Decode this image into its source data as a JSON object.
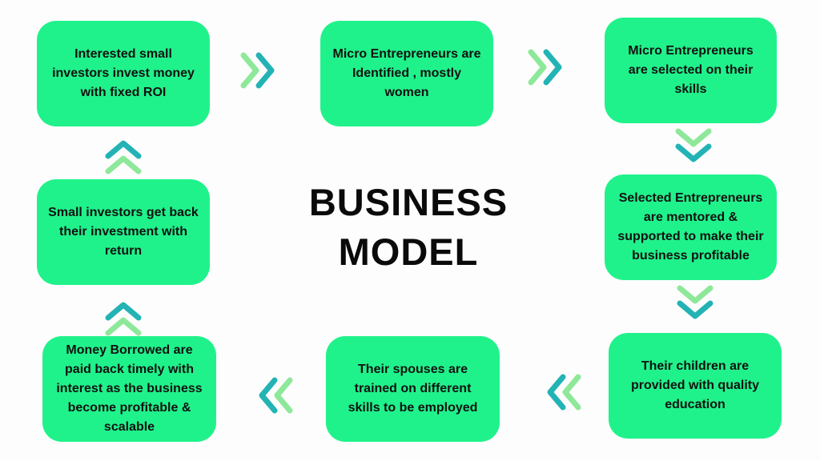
{
  "diagram": {
    "title": "BUSINESS\nMODEL",
    "colors": {
      "box_fill": "#20f28b",
      "chevron_light": "#8ee89a",
      "chevron_dark": "#23b3b5",
      "text": "#111111"
    },
    "steps": [
      {
        "id": "step1",
        "text": "Interested small investors invest money with fixed ROI"
      },
      {
        "id": "step2",
        "text": "Micro Entrepreneurs are Identified , mostly women"
      },
      {
        "id": "step3",
        "text": "Micro Entrepreneurs are selected on their skills"
      },
      {
        "id": "step4",
        "text": "Selected Entrepreneurs are mentored & supported to make their business profitable"
      },
      {
        "id": "step5",
        "text": "Their children are provided with quality education"
      },
      {
        "id": "step6",
        "text": "Their spouses are trained on different skills to be employed"
      },
      {
        "id": "step7",
        "text": "Money Borrowed are paid back timely with interest as the business become profitable & scalable"
      },
      {
        "id": "step8",
        "text": "Small investors get back their investment with return"
      }
    ],
    "connectors": [
      {
        "from": "step1",
        "to": "step2",
        "direction": "right",
        "icon": "double-chevron-right-icon"
      },
      {
        "from": "step2",
        "to": "step3",
        "direction": "right",
        "icon": "double-chevron-right-icon"
      },
      {
        "from": "step3",
        "to": "step4",
        "direction": "down",
        "icon": "double-chevron-down-icon"
      },
      {
        "from": "step4",
        "to": "step5",
        "direction": "down",
        "icon": "double-chevron-down-icon"
      },
      {
        "from": "step5",
        "to": "step6",
        "direction": "left",
        "icon": "double-chevron-left-icon"
      },
      {
        "from": "step6",
        "to": "step7",
        "direction": "left",
        "icon": "double-chevron-left-icon"
      },
      {
        "from": "step7",
        "to": "step8",
        "direction": "up",
        "icon": "double-chevron-up-icon"
      },
      {
        "from": "step8",
        "to": "step1",
        "direction": "up",
        "icon": "double-chevron-up-icon"
      }
    ]
  }
}
